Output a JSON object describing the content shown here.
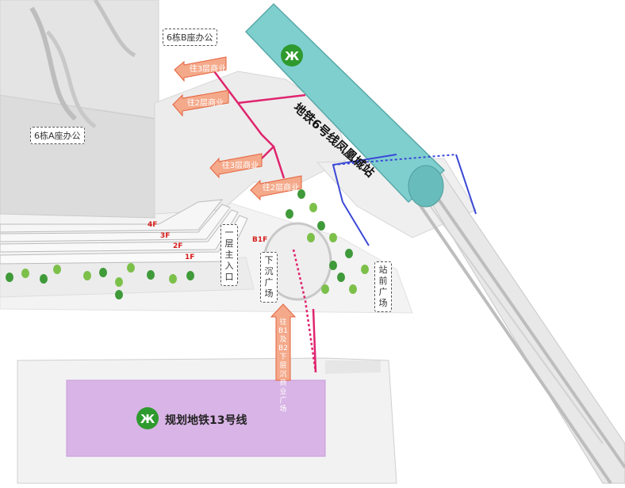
{
  "buildings": {
    "tower_b": "6栋B座办公",
    "tower_a": "6栋A座办公"
  },
  "metro_line6": {
    "name": "地铁6号线凤凰城站",
    "color": "#7fcfcf"
  },
  "metro_line13": {
    "name": "规划地铁13号线",
    "color": "#d9b4e6"
  },
  "arrows": {
    "to_3f_top": "往3层商业",
    "to_2f_top": "往2层商业",
    "to_3f_mid": "往3层商业",
    "to_2f_mid": "往2层商业",
    "to_b1b2": "往B1及B2下层沉商业广场"
  },
  "floors": [
    "4F",
    "3F",
    "2F",
    "1F",
    "B1F"
  ],
  "labels": {
    "main_entrance": "一层主入口",
    "sunken_plaza": "下沉广场",
    "station_plaza": "站前广场"
  },
  "colors": {
    "arrow_fill": "#f4a98a",
    "arrow_stroke": "#e5623d",
    "route_magenta": "#e0246e",
    "route_blue": "#3b48d6",
    "metro_green": "#2e9a2e"
  }
}
